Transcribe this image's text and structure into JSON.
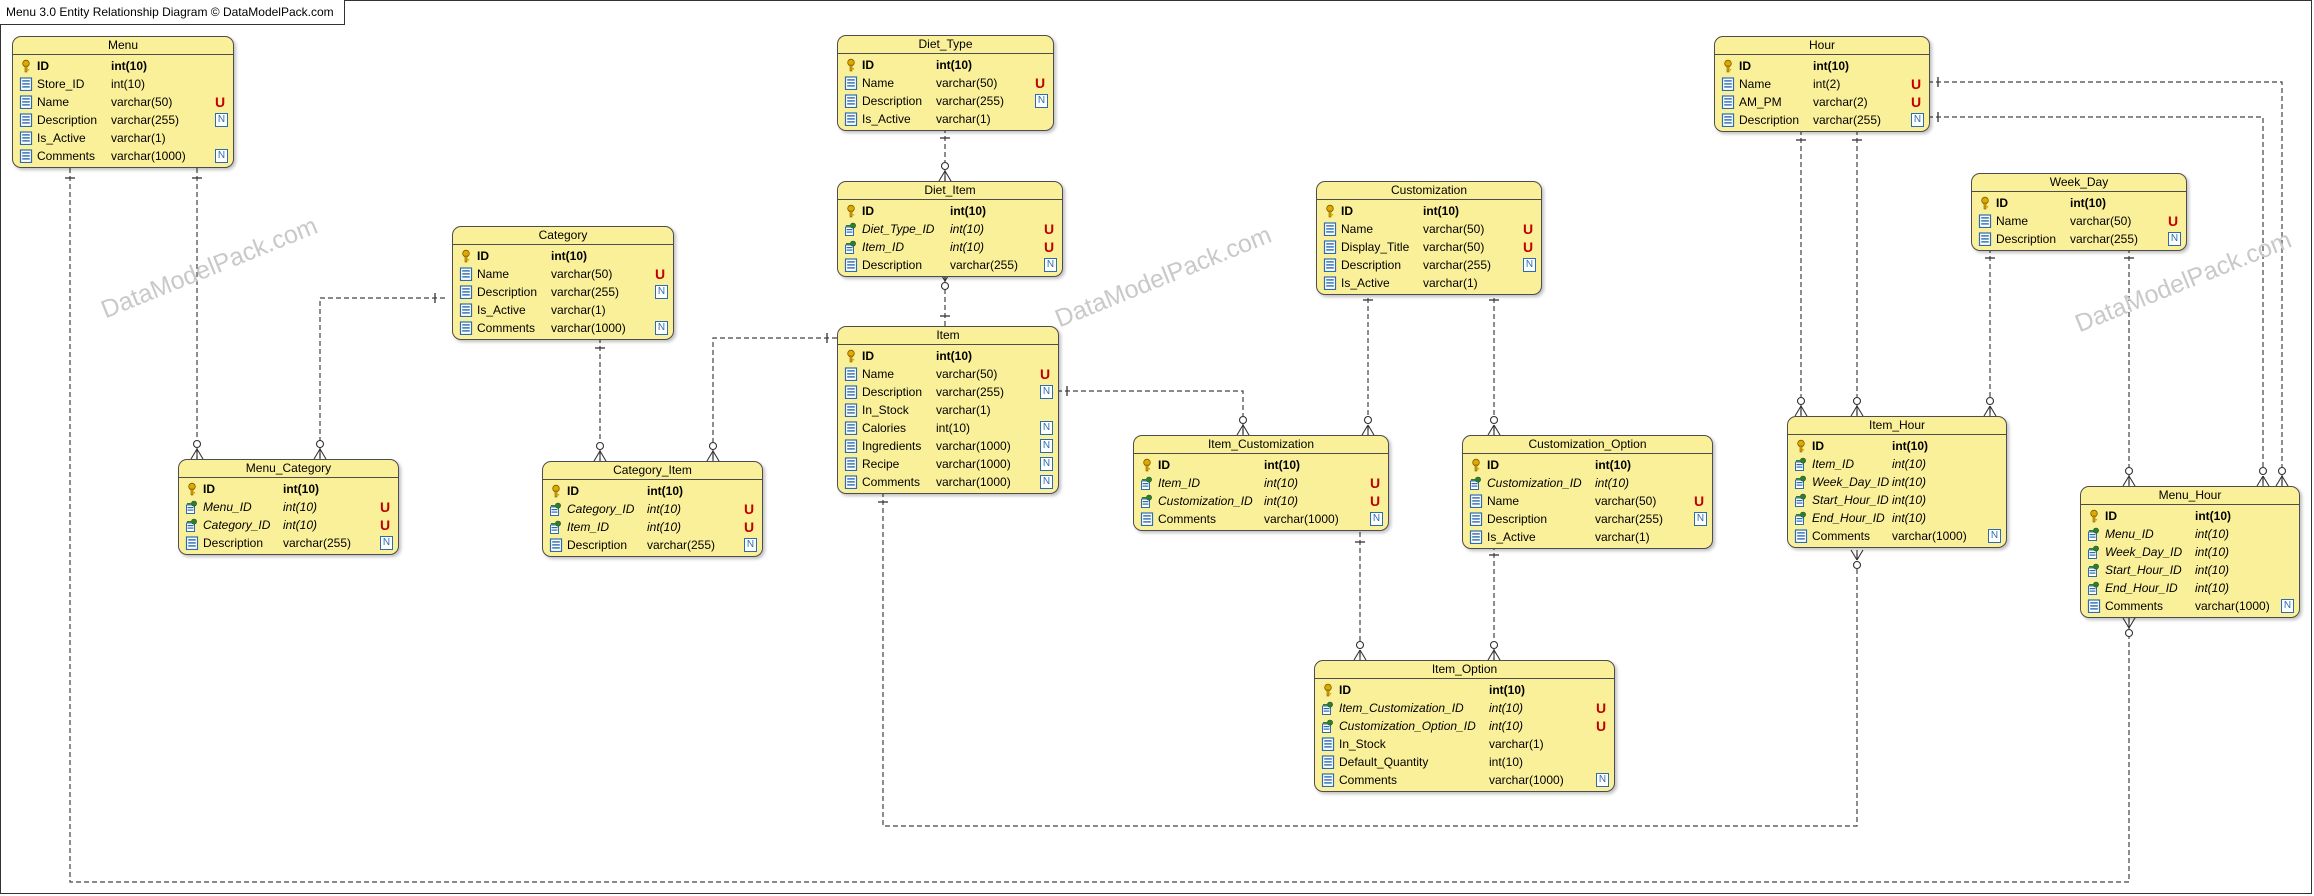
{
  "diagram_title": "Menu 3.0    Entity Relationship Diagram    © DataModelPack.com",
  "watermark": "DataModelPack.com",
  "colors": {
    "entity_fill": "#fbf09a",
    "border": "#4d4d4d",
    "unique_flag": "#c00000",
    "key_icon": "#e0a800",
    "fk_icon": "#2e7d32",
    "field_icon": "#2b6cb0"
  },
  "entities": [
    {
      "id": "menu",
      "name": "Menu",
      "columns": [
        {
          "name": "ID",
          "type": "int(10)",
          "icon": "key-icon",
          "kind": "pk",
          "flag": ""
        },
        {
          "name": "Store_ID",
          "type": "int(10)",
          "icon": "field-icon",
          "kind": "col",
          "flag": ""
        },
        {
          "name": "Name",
          "type": "varchar(50)",
          "icon": "field-icon",
          "kind": "col",
          "flag": "U"
        },
        {
          "name": "Description",
          "type": "varchar(255)",
          "icon": "field-icon",
          "kind": "col",
          "flag": "N"
        },
        {
          "name": "Is_Active",
          "type": "varchar(1)",
          "icon": "field-icon",
          "kind": "col",
          "flag": ""
        },
        {
          "name": "Comments",
          "type": "varchar(1000)",
          "icon": "field-icon",
          "kind": "col",
          "flag": "N"
        }
      ]
    },
    {
      "id": "diet_type",
      "name": "Diet_Type",
      "columns": [
        {
          "name": "ID",
          "type": "int(10)",
          "icon": "key-icon",
          "kind": "pk",
          "flag": ""
        },
        {
          "name": "Name",
          "type": "varchar(50)",
          "icon": "field-icon",
          "kind": "col",
          "flag": "U"
        },
        {
          "name": "Description",
          "type": "varchar(255)",
          "icon": "field-icon",
          "kind": "col",
          "flag": "N"
        },
        {
          "name": "Is_Active",
          "type": "varchar(1)",
          "icon": "field-icon",
          "kind": "col",
          "flag": ""
        }
      ]
    },
    {
      "id": "hour",
      "name": "Hour",
      "columns": [
        {
          "name": "ID",
          "type": "int(10)",
          "icon": "key-icon",
          "kind": "pk",
          "flag": ""
        },
        {
          "name": "Name",
          "type": "int(2)",
          "icon": "field-icon",
          "kind": "col",
          "flag": "U"
        },
        {
          "name": "AM_PM",
          "type": "varchar(2)",
          "icon": "field-icon",
          "kind": "col",
          "flag": "U"
        },
        {
          "name": "Description",
          "type": "varchar(255)",
          "icon": "field-icon",
          "kind": "col",
          "flag": "N"
        }
      ]
    },
    {
      "id": "diet_item",
      "name": "Diet_Item",
      "columns": [
        {
          "name": "ID",
          "type": "int(10)",
          "icon": "key-icon",
          "kind": "pk",
          "flag": ""
        },
        {
          "name": "Diet_Type_ID",
          "type": "int(10)",
          "icon": "fk-icon",
          "kind": "fk",
          "flag": "U"
        },
        {
          "name": "Item_ID",
          "type": "int(10)",
          "icon": "fk-icon",
          "kind": "fk",
          "flag": "U"
        },
        {
          "name": "Description",
          "type": "varchar(255)",
          "icon": "field-icon",
          "kind": "col",
          "flag": "N"
        }
      ]
    },
    {
      "id": "customization",
      "name": "Customization",
      "columns": [
        {
          "name": "ID",
          "type": "int(10)",
          "icon": "key-icon",
          "kind": "pk",
          "flag": ""
        },
        {
          "name": "Name",
          "type": "varchar(50)",
          "icon": "field-icon",
          "kind": "col",
          "flag": "U"
        },
        {
          "name": "Display_Title",
          "type": "varchar(50)",
          "icon": "field-icon",
          "kind": "col",
          "flag": "U"
        },
        {
          "name": "Description",
          "type": "varchar(255)",
          "icon": "field-icon",
          "kind": "col",
          "flag": "N"
        },
        {
          "name": "Is_Active",
          "type": "varchar(1)",
          "icon": "field-icon",
          "kind": "col",
          "flag": ""
        }
      ]
    },
    {
      "id": "week_day",
      "name": "Week_Day",
      "columns": [
        {
          "name": "ID",
          "type": "int(10)",
          "icon": "key-icon",
          "kind": "pk",
          "flag": ""
        },
        {
          "name": "Name",
          "type": "varchar(50)",
          "icon": "field-icon",
          "kind": "col",
          "flag": "U"
        },
        {
          "name": "Description",
          "type": "varchar(255)",
          "icon": "field-icon",
          "kind": "col",
          "flag": "N"
        }
      ]
    },
    {
      "id": "category",
      "name": "Category",
      "columns": [
        {
          "name": "ID",
          "type": "int(10)",
          "icon": "key-icon",
          "kind": "pk",
          "flag": ""
        },
        {
          "name": "Name",
          "type": "varchar(50)",
          "icon": "field-icon",
          "kind": "col",
          "flag": "U"
        },
        {
          "name": "Description",
          "type": "varchar(255)",
          "icon": "field-icon",
          "kind": "col",
          "flag": "N"
        },
        {
          "name": "Is_Active",
          "type": "varchar(1)",
          "icon": "field-icon",
          "kind": "col",
          "flag": ""
        },
        {
          "name": "Comments",
          "type": "varchar(1000)",
          "icon": "field-icon",
          "kind": "col",
          "flag": "N"
        }
      ]
    },
    {
      "id": "item",
      "name": "Item",
      "columns": [
        {
          "name": "ID",
          "type": "int(10)",
          "icon": "key-icon",
          "kind": "pk",
          "flag": ""
        },
        {
          "name": "Name",
          "type": "varchar(50)",
          "icon": "field-icon",
          "kind": "col",
          "flag": "U"
        },
        {
          "name": "Description",
          "type": "varchar(255)",
          "icon": "field-icon",
          "kind": "col",
          "flag": "N"
        },
        {
          "name": "In_Stock",
          "type": "varchar(1)",
          "icon": "field-icon",
          "kind": "col",
          "flag": ""
        },
        {
          "name": "Calories",
          "type": "int(10)",
          "icon": "field-icon",
          "kind": "col",
          "flag": "N"
        },
        {
          "name": "Ingredients",
          "type": "varchar(1000)",
          "icon": "field-icon",
          "kind": "col",
          "flag": "N"
        },
        {
          "name": "Recipe",
          "type": "varchar(1000)",
          "icon": "field-icon",
          "kind": "col",
          "flag": "N"
        },
        {
          "name": "Comments",
          "type": "varchar(1000)",
          "icon": "field-icon",
          "kind": "col",
          "flag": "N"
        }
      ]
    },
    {
      "id": "menu_category",
      "name": "Menu_Category",
      "columns": [
        {
          "name": "ID",
          "type": "int(10)",
          "icon": "key-icon",
          "kind": "pk",
          "flag": ""
        },
        {
          "name": "Menu_ID",
          "type": "int(10)",
          "icon": "fk-icon",
          "kind": "fk",
          "flag": "U"
        },
        {
          "name": "Category_ID",
          "type": "int(10)",
          "icon": "fk-icon",
          "kind": "fk",
          "flag": "U"
        },
        {
          "name": "Description",
          "type": "varchar(255)",
          "icon": "field-icon",
          "kind": "col",
          "flag": "N"
        }
      ]
    },
    {
      "id": "category_item",
      "name": "Category_Item",
      "columns": [
        {
          "name": "ID",
          "type": "int(10)",
          "icon": "key-icon",
          "kind": "pk",
          "flag": ""
        },
        {
          "name": "Category_ID",
          "type": "int(10)",
          "icon": "fk-icon",
          "kind": "fk",
          "flag": "U"
        },
        {
          "name": "Item_ID",
          "type": "int(10)",
          "icon": "fk-icon",
          "kind": "fk",
          "flag": "U"
        },
        {
          "name": "Description",
          "type": "varchar(255)",
          "icon": "field-icon",
          "kind": "col",
          "flag": "N"
        }
      ]
    },
    {
      "id": "item_customization",
      "name": "Item_Customization",
      "columns": [
        {
          "name": "ID",
          "type": "int(10)",
          "icon": "key-icon",
          "kind": "pk",
          "flag": ""
        },
        {
          "name": "Item_ID",
          "type": "int(10)",
          "icon": "fk-icon",
          "kind": "fk",
          "flag": "U"
        },
        {
          "name": "Customization_ID",
          "type": "int(10)",
          "icon": "fk-icon",
          "kind": "fk",
          "flag": "U"
        },
        {
          "name": "Comments",
          "type": "varchar(1000)",
          "icon": "field-icon",
          "kind": "col",
          "flag": "N"
        }
      ]
    },
    {
      "id": "customization_option",
      "name": "Customization_Option",
      "columns": [
        {
          "name": "ID",
          "type": "int(10)",
          "icon": "key-icon",
          "kind": "pk",
          "flag": ""
        },
        {
          "name": "Customization_ID",
          "type": "int(10)",
          "icon": "fk-icon",
          "kind": "fk",
          "flag": ""
        },
        {
          "name": "Name",
          "type": "varchar(50)",
          "icon": "field-icon",
          "kind": "col",
          "flag": "U"
        },
        {
          "name": "Description",
          "type": "varchar(255)",
          "icon": "field-icon",
          "kind": "col",
          "flag": "N"
        },
        {
          "name": "Is_Active",
          "type": "varchar(1)",
          "icon": "field-icon",
          "kind": "col",
          "flag": ""
        }
      ]
    },
    {
      "id": "item_hour",
      "name": "Item_Hour",
      "columns": [
        {
          "name": "ID",
          "type": "int(10)",
          "icon": "key-icon",
          "kind": "pk",
          "flag": ""
        },
        {
          "name": "Item_ID",
          "type": "int(10)",
          "icon": "fk-icon",
          "kind": "fk",
          "flag": ""
        },
        {
          "name": "Week_Day_ID",
          "type": "int(10)",
          "icon": "fk-icon",
          "kind": "fk",
          "flag": ""
        },
        {
          "name": "Start_Hour_ID",
          "type": "int(10)",
          "icon": "fk-icon",
          "kind": "fk",
          "flag": ""
        },
        {
          "name": "End_Hour_ID",
          "type": "int(10)",
          "icon": "fk-icon",
          "kind": "fk",
          "flag": ""
        },
        {
          "name": "Comments",
          "type": "varchar(1000)",
          "icon": "field-icon",
          "kind": "col",
          "flag": "N"
        }
      ]
    },
    {
      "id": "menu_hour",
      "name": "Menu_Hour",
      "columns": [
        {
          "name": "ID",
          "type": "int(10)",
          "icon": "key-icon",
          "kind": "pk",
          "flag": ""
        },
        {
          "name": "Menu_ID",
          "type": "int(10)",
          "icon": "fk-icon",
          "kind": "fk",
          "flag": ""
        },
        {
          "name": "Week_Day_ID",
          "type": "int(10)",
          "icon": "fk-icon",
          "kind": "fk",
          "flag": ""
        },
        {
          "name": "Start_Hour_ID",
          "type": "int(10)",
          "icon": "fk-icon",
          "kind": "fk",
          "flag": ""
        },
        {
          "name": "End_Hour_ID",
          "type": "int(10)",
          "icon": "fk-icon",
          "kind": "fk",
          "flag": ""
        },
        {
          "name": "Comments",
          "type": "varchar(1000)",
          "icon": "field-icon",
          "kind": "col",
          "flag": "N"
        }
      ]
    },
    {
      "id": "item_option",
      "name": "Item_Option",
      "columns": [
        {
          "name": "ID",
          "type": "int(10)",
          "icon": "key-icon",
          "kind": "pk",
          "flag": ""
        },
        {
          "name": "Item_Customization_ID",
          "type": "int(10)",
          "icon": "fk-icon",
          "kind": "fk",
          "flag": "U"
        },
        {
          "name": "Customization_Option_ID",
          "type": "int(10)",
          "icon": "fk-icon",
          "kind": "fk",
          "flag": "U"
        },
        {
          "name": "In_Stock",
          "type": "varchar(1)",
          "icon": "field-icon",
          "kind": "col",
          "flag": ""
        },
        {
          "name": "Default_Quantity",
          "type": "int(10)",
          "icon": "field-icon",
          "kind": "col",
          "flag": ""
        },
        {
          "name": "Comments",
          "type": "varchar(1000)",
          "icon": "field-icon",
          "kind": "col",
          "flag": "N"
        }
      ]
    }
  ],
  "relationships": [
    {
      "from": "menu",
      "to": "menu_category"
    },
    {
      "from": "category",
      "to": "menu_category"
    },
    {
      "from": "category",
      "to": "category_item"
    },
    {
      "from": "item",
      "to": "category_item"
    },
    {
      "from": "diet_type",
      "to": "diet_item"
    },
    {
      "from": "item",
      "to": "diet_item"
    },
    {
      "from": "item",
      "to": "item_customization"
    },
    {
      "from": "customization",
      "to": "item_customization"
    },
    {
      "from": "customization",
      "to": "customization_option"
    },
    {
      "from": "item_customization",
      "to": "item_option"
    },
    {
      "from": "customization_option",
      "to": "item_option"
    },
    {
      "from": "hour",
      "to": "item_hour"
    },
    {
      "from": "hour",
      "to": "item_hour"
    },
    {
      "from": "week_day",
      "to": "item_hour"
    },
    {
      "from": "item",
      "to": "item_hour"
    },
    {
      "from": "hour",
      "to": "menu_hour"
    },
    {
      "from": "hour",
      "to": "menu_hour"
    },
    {
      "from": "week_day",
      "to": "menu_hour"
    },
    {
      "from": "menu",
      "to": "menu_hour"
    }
  ]
}
